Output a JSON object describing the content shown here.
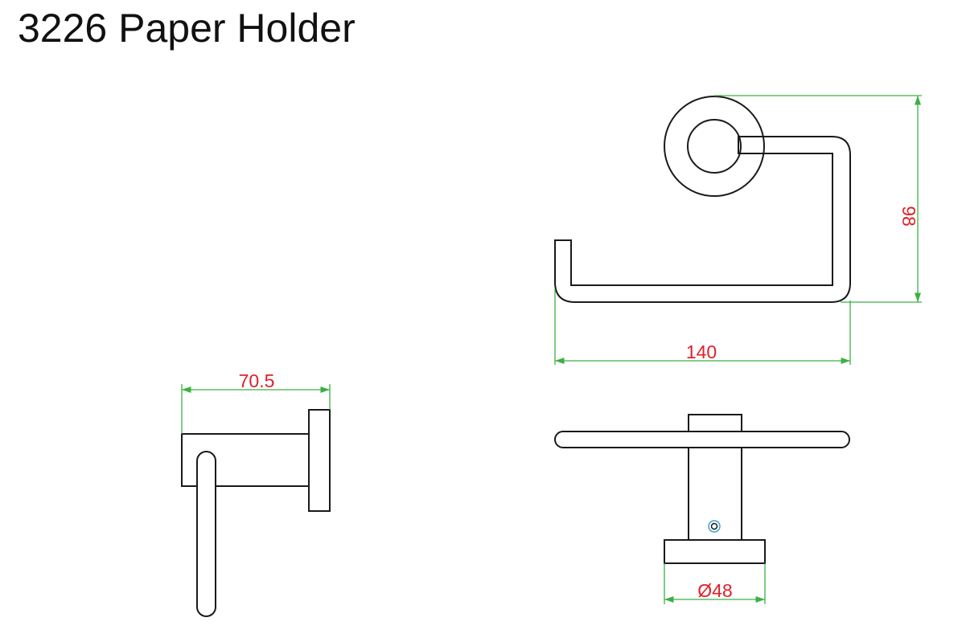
{
  "title": "3226 Paper Holder",
  "dimensions": {
    "width_front": "140",
    "height_front": "98",
    "depth_side": "70.5",
    "base_diameter": "Ø48"
  },
  "colors": {
    "outline": "#1a1a1a",
    "dimension_line": "#3cb043",
    "dimension_text": "#e0202a",
    "screw_hole": "#3fa6c8"
  }
}
